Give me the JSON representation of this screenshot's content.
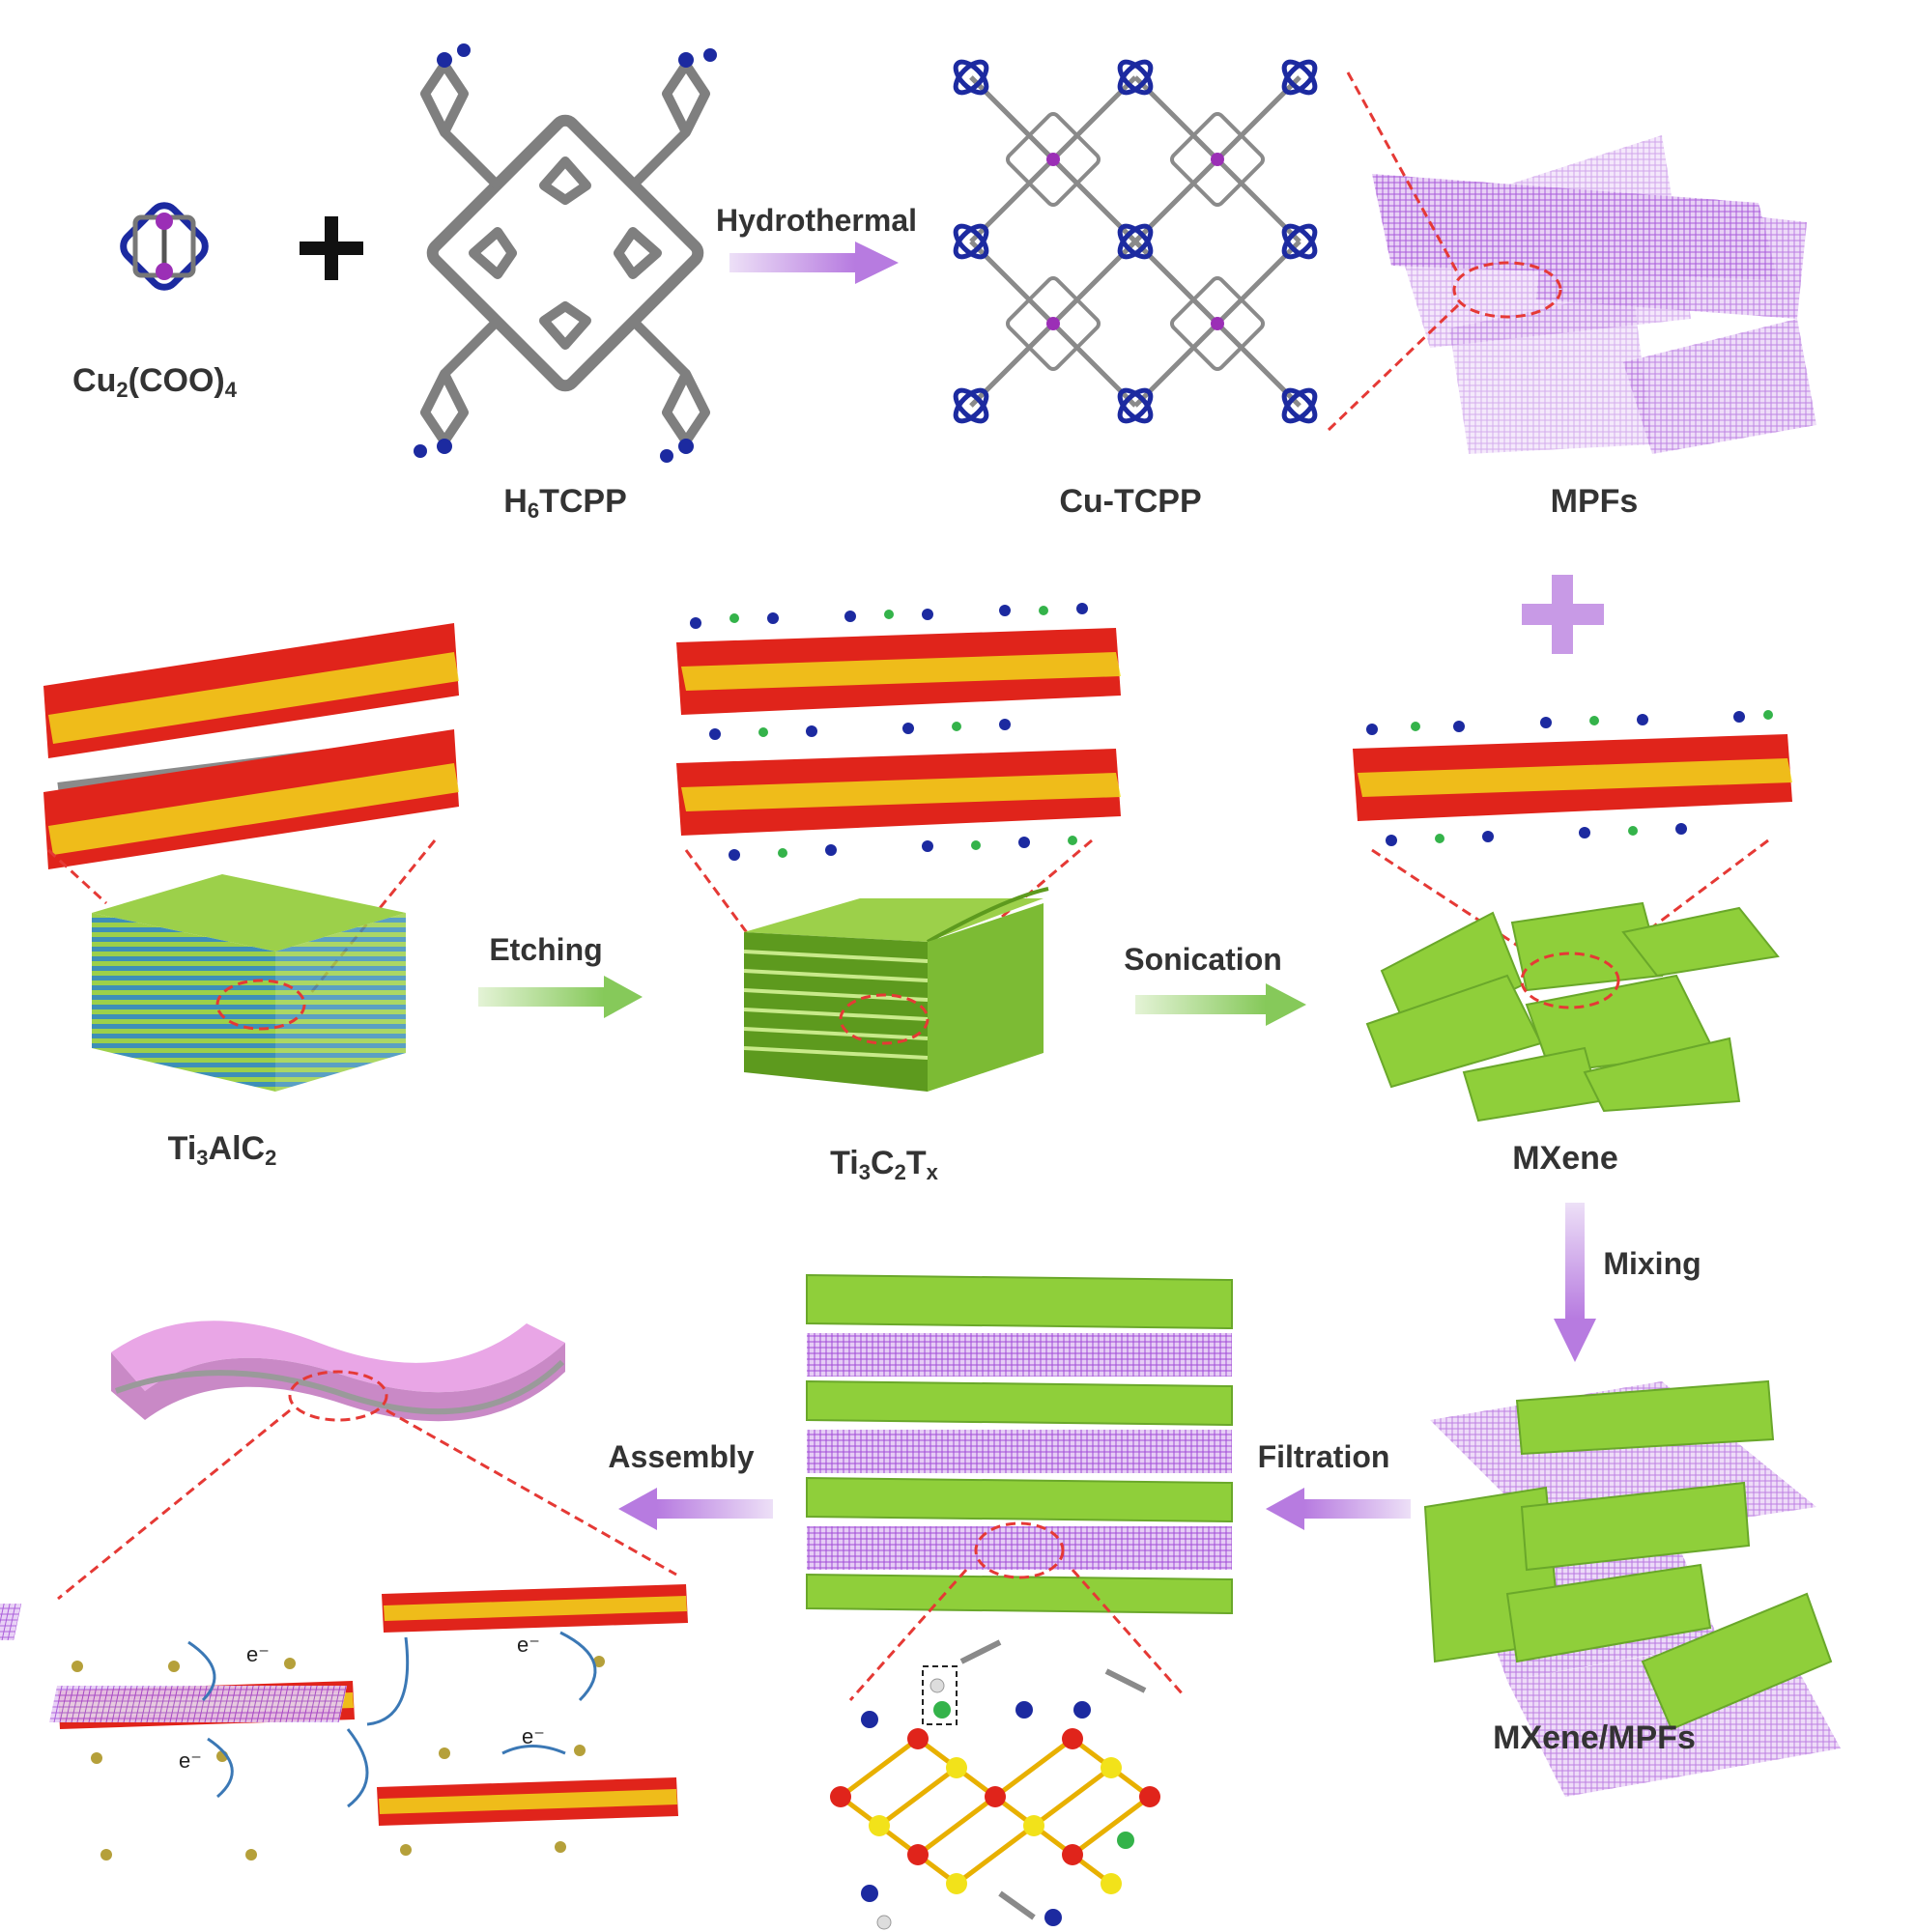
{
  "labels": {
    "cu_paddlewheel": {
      "main": "Cu",
      "s1": "2",
      "mid": "(COO)",
      "s2": "4"
    },
    "h6tcpp": {
      "pre": "H",
      "s1": "6",
      "post": "TCPP"
    },
    "cu_tcpp": "Cu-TCPP",
    "mpfs": "MPFs",
    "ti3alc2": {
      "a": "Ti",
      "s1": "3",
      "b": "AlC",
      "s2": "2"
    },
    "ti3c2tx": {
      "a": "Ti",
      "s1": "3",
      "b": "C",
      "s2": "2",
      "c": "T",
      "s3": "x"
    },
    "mxene": "MXene",
    "mxene_mpfs": "MXene/MPFs"
  },
  "arrows": {
    "hydrothermal": "Hydrothermal",
    "etching": "Etching",
    "sonication": "Sonication",
    "mixing": "Mixing",
    "filtration": "Filtration",
    "assembly": "Assembly"
  },
  "electron_labels": [
    "e⁻",
    "e⁻",
    "e⁻",
    "e⁻"
  ],
  "colors": {
    "purple": "#9a3fd0",
    "purple_light": "#c89ae6",
    "green": "#8fcf3a",
    "green_dark": "#5d9a1e",
    "red": "#e0241b",
    "yellow": "#f2e21a",
    "navy": "#1c2aa0",
    "gray": "#8a8a8a",
    "pink": "#e9a6e6",
    "dashed": "#e53935"
  }
}
